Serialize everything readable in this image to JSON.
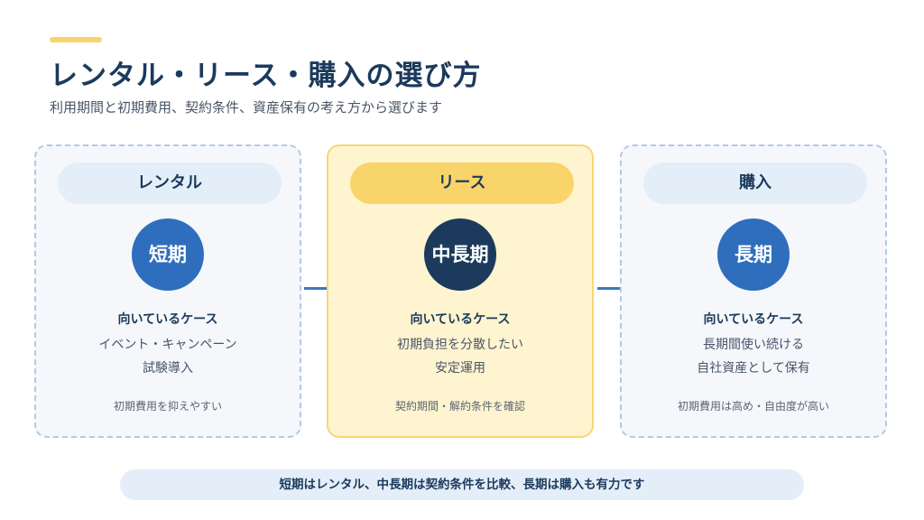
{
  "header": {
    "title": "レンタル・リース・購入の選び方",
    "subtitle": "利用期間と初期費用、契約条件、資産保有の考え方から選びます"
  },
  "cards": [
    {
      "name": "レンタル",
      "period": "短期",
      "case_heading": "向いているケース",
      "cases": [
        "イベント・キャンペーン",
        "試験導入"
      ],
      "note": "初期費用を抑えやすい"
    },
    {
      "name": "リース",
      "period": "中長期",
      "case_heading": "向いているケース",
      "cases": [
        "初期負担を分散したい",
        "安定運用"
      ],
      "note": "契約期間・解約条件を確認"
    },
    {
      "name": "購入",
      "period": "長期",
      "case_heading": "向いているケース",
      "cases": [
        "長期間使い続ける",
        "自社資産として保有"
      ],
      "note": "初期費用は高め・自由度が高い"
    }
  ],
  "footer": {
    "summary": "短期はレンタル、中長期は契約条件を比較、長期は購入も有力です"
  },
  "colors": {
    "accent_yellow": "#f7d56b",
    "primary_blue": "#2f6ebd",
    "navy": "#1b3a5c",
    "pill_light_blue": "#e4eef9",
    "featured_bg": "#fef4cf",
    "featured_pill": "#f9d46a"
  }
}
